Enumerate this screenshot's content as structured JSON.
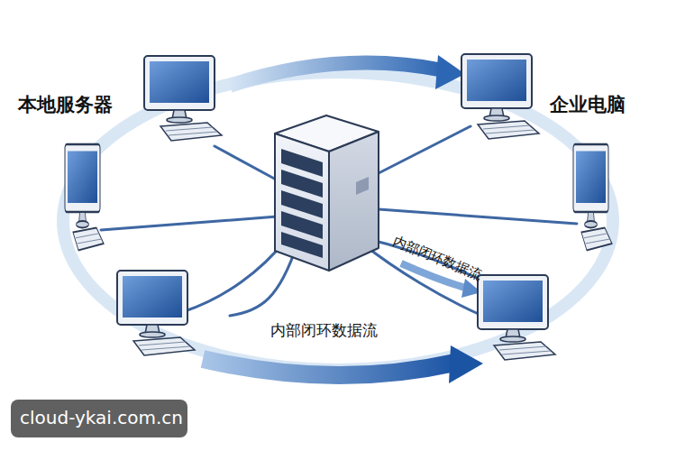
{
  "diagram": {
    "labels": [
      "本地服务器",
      "企业电脑",
      "内部闭环数据流",
      "内部闭环数据流",
      "cloud-ykai.com.cn"
    ]
  }
}
